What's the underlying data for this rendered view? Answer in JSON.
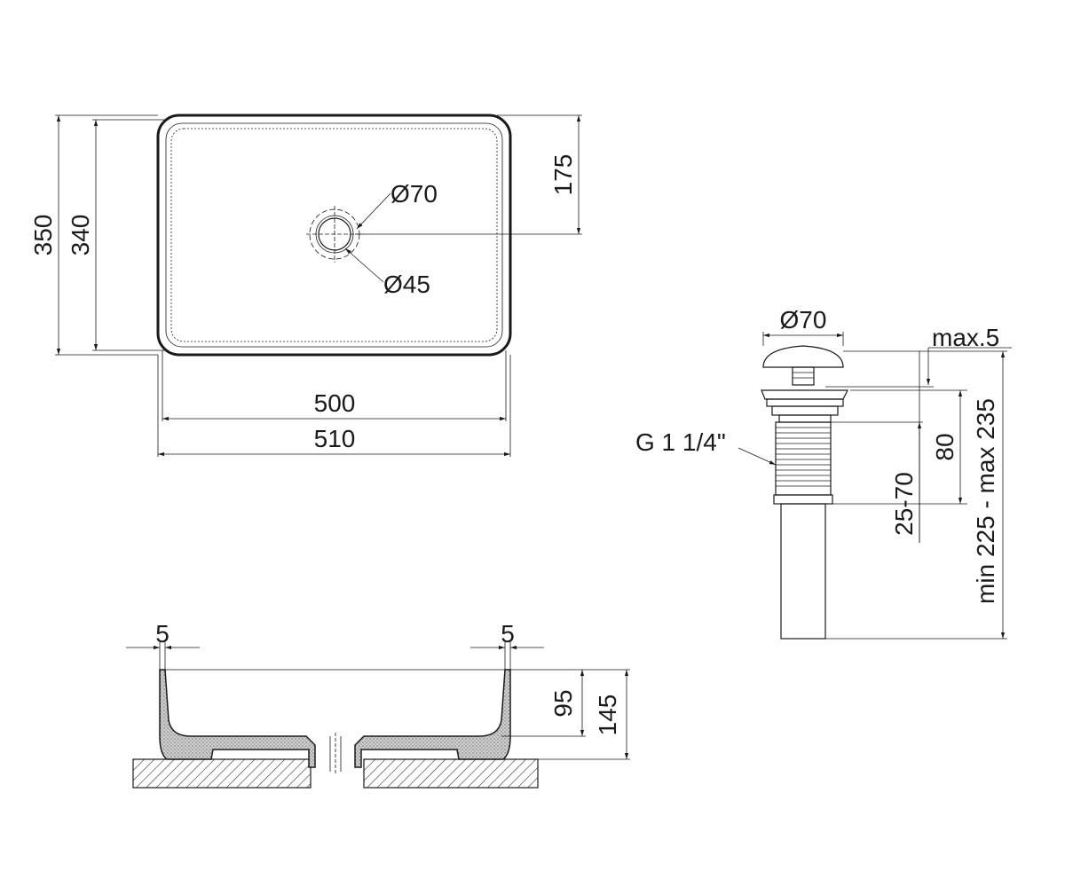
{
  "top_view": {
    "overall_width": "510",
    "inner_width": "500",
    "overall_depth": "350",
    "inner_depth": "340",
    "drain_offset": "175",
    "outer_diameter": "Ø70",
    "inner_diameter": "Ø45"
  },
  "section_view": {
    "left_rim": "5",
    "right_rim": "5",
    "bowl_depth": "95",
    "total_height": "145"
  },
  "drain_fitting": {
    "cap_diameter": "Ø70",
    "max_gap": "max.5",
    "thread": "G 1 1/4\"",
    "body_height": "80",
    "adjust_range": "25-70",
    "total_range": "min 225 - max 235"
  },
  "colors": {
    "line": "#1a1a1a",
    "section_fill": "#bdbdbd",
    "hatch": "#333333"
  }
}
